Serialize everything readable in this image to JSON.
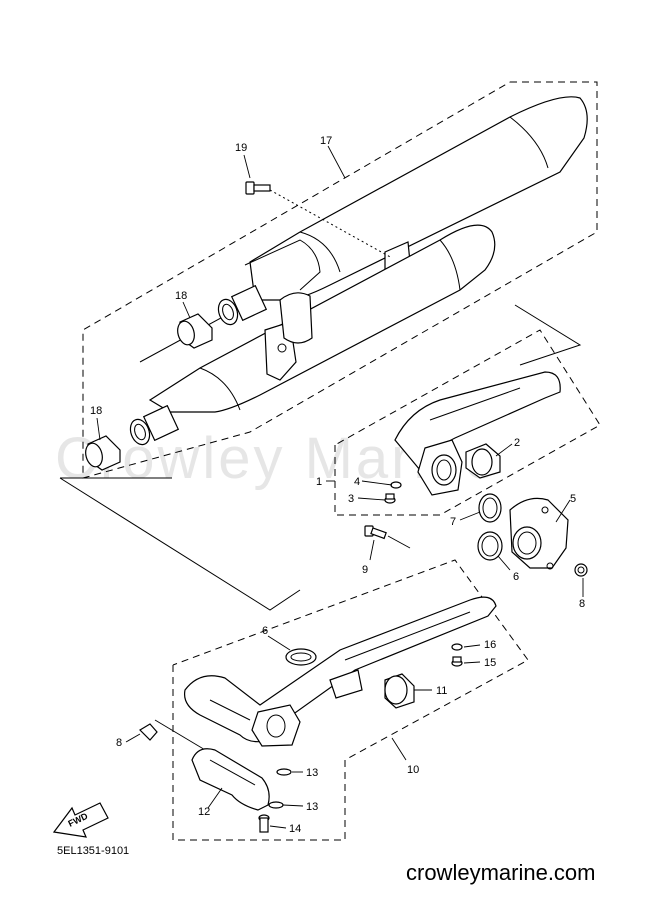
{
  "watermark": "Crowley Marine",
  "diagram_code": "5EL1351-9101",
  "site_url": "crowleymarine.com",
  "fwd_label": "FWD",
  "callouts": {
    "c1": "1",
    "c2": "2",
    "c3": "3",
    "c4": "4",
    "c5": "5",
    "c6a": "6",
    "c6b": "6",
    "c7": "7",
    "c8a": "8",
    "c8b": "8",
    "c9": "9",
    "c10": "10",
    "c11": "11",
    "c12": "12",
    "c13a": "13",
    "c13b": "13",
    "c14": "14",
    "c15": "15",
    "c16": "16",
    "c17": "17",
    "c18a": "18",
    "c18b": "18",
    "c19": "19"
  },
  "colors": {
    "line": "#000000",
    "background": "#ffffff",
    "watermark": "#e6e6e6"
  }
}
